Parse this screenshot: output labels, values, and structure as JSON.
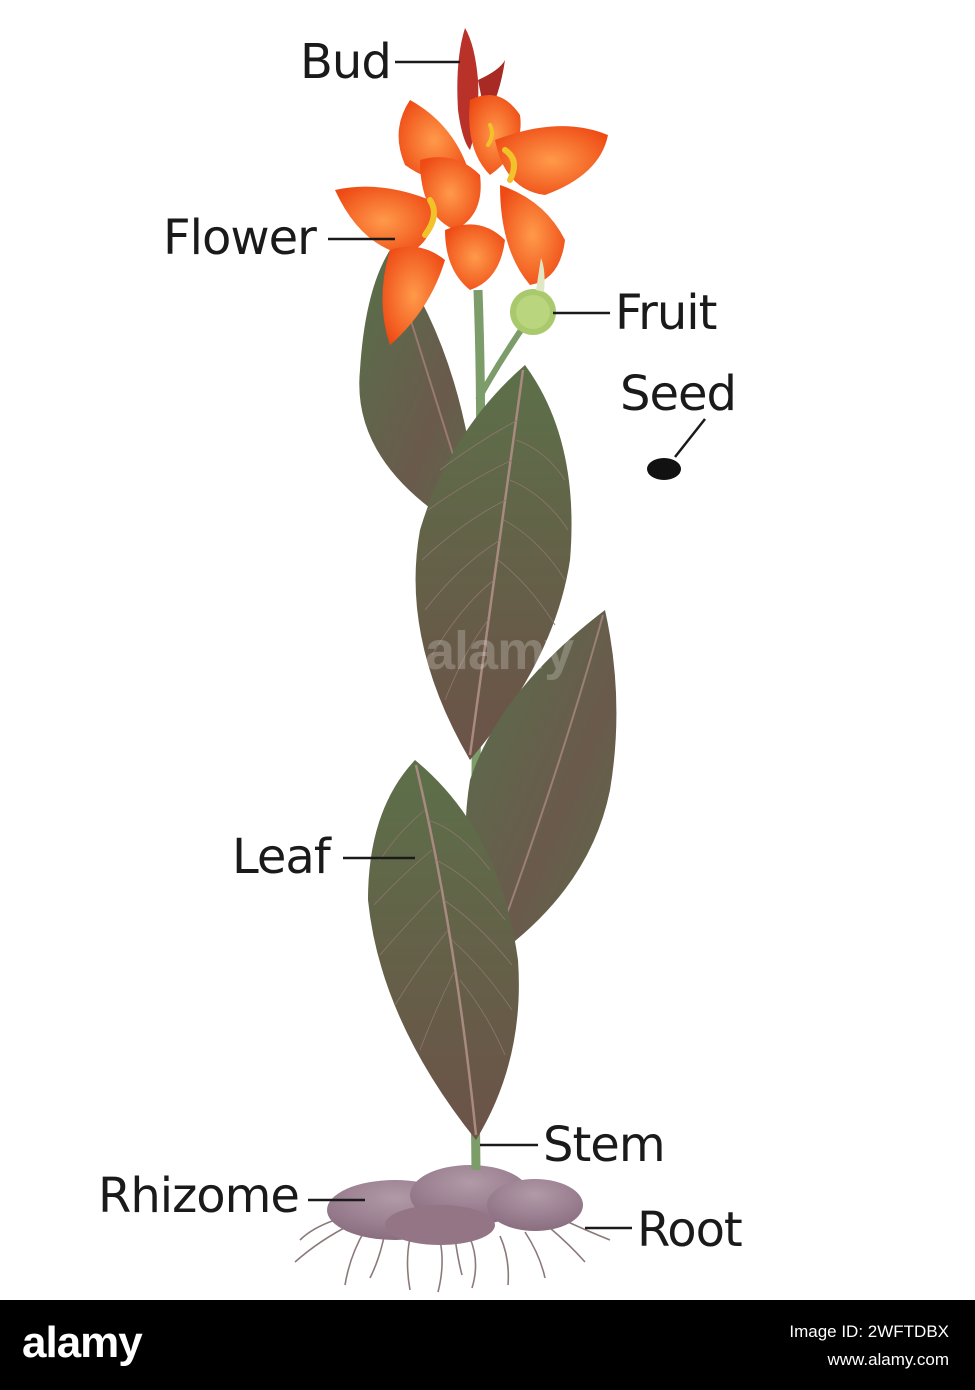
{
  "labels": {
    "bud": "Bud",
    "flower": "Flower",
    "fruit": "Fruit",
    "seed": "Seed",
    "leaf": "Leaf",
    "stem": "Stem",
    "rhizome": "Rhizome",
    "root": "Root"
  },
  "watermark": "alamy",
  "footer": {
    "brand": "alamy",
    "image_id": "Image ID: 2WFTDBX",
    "site": "www.alamy.com"
  },
  "colors": {
    "petal": "#f05a1c",
    "petal_light": "#ff8a3c",
    "bud": "#b8322a",
    "leaf": "#5f6f48",
    "leaf_dark": "#6e5048",
    "stem": "#7a9a6a",
    "rhizome": "#9a7d8e",
    "fruit": "#a8c86a",
    "seed": "#111111",
    "footer_bg": "#000000"
  }
}
